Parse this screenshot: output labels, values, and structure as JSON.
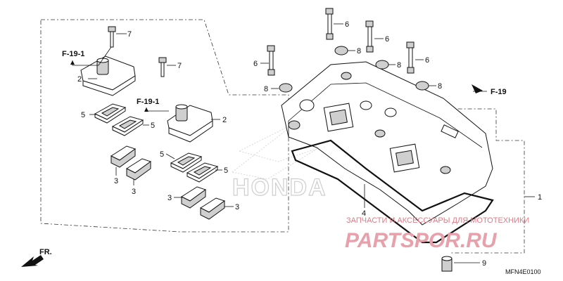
{
  "callouts": {
    "c1": "1",
    "c2a": "2",
    "c2b": "2",
    "c3a": "3",
    "c3b": "3",
    "c3c": "3",
    "c3d": "3",
    "c4": "4",
    "c5a": "5",
    "c5b": "5",
    "c5c": "5",
    "c5d": "5",
    "c6a": "6",
    "c6b": "6",
    "c6c": "6",
    "c6d": "6",
    "c7a": "7",
    "c7b": "7",
    "c8a": "8",
    "c8b": "8",
    "c8c": "8",
    "c8d": "8",
    "c9": "9"
  },
  "refs": {
    "f191a": "F-19-1",
    "f191b": "F-19-1",
    "f19": "F-19",
    "fr": "FR."
  },
  "diagram_code": "MFN4E0100",
  "watermark": {
    "tagline": "ЗАПЧАСТИ И АКСЕССУАРЫ ДЛЯ МОТОТЕХНИКИ",
    "brand": "PARTSPOR.RU",
    "background_logo": "HONDA"
  }
}
